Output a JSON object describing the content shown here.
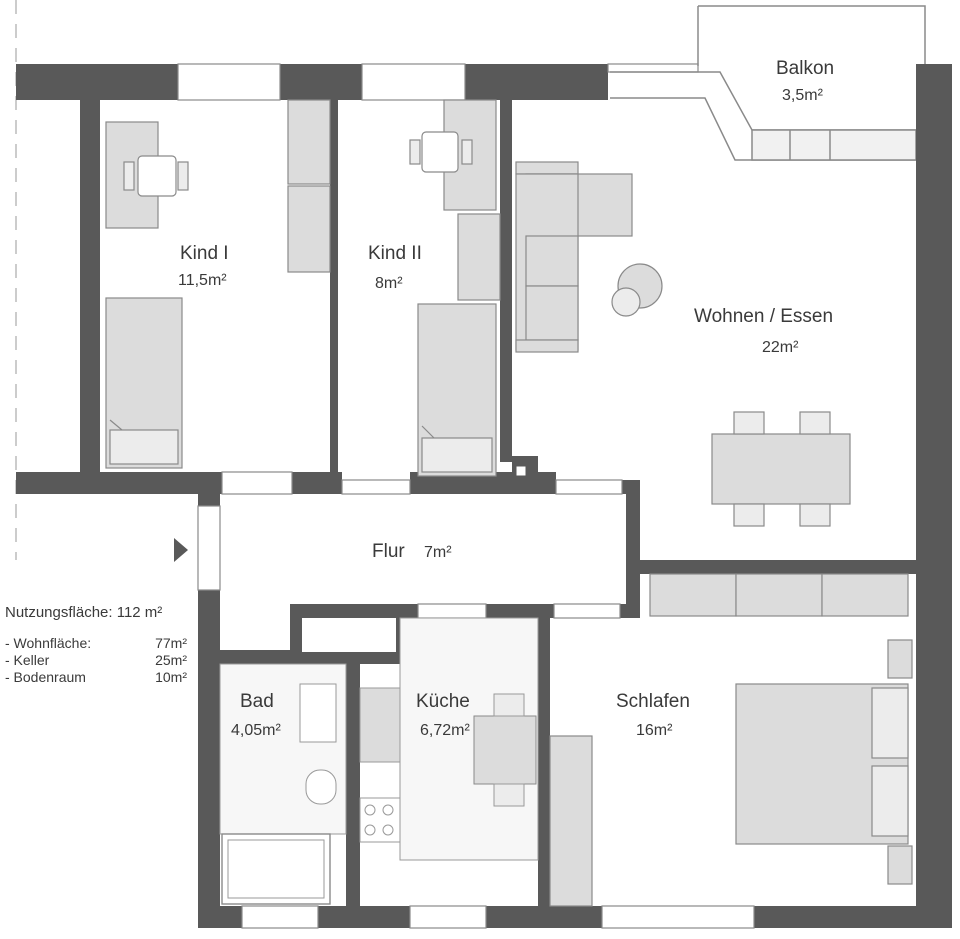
{
  "rooms": {
    "kind1": {
      "name": "Kind I",
      "area": "11,5m²"
    },
    "kind2": {
      "name": "Kind II",
      "area": "8m²"
    },
    "wohnen": {
      "name": "Wohnen / Essen",
      "area": "22m²"
    },
    "balkon": {
      "name": "Balkon",
      "area": "3,5m²"
    },
    "flur": {
      "name": "Flur",
      "area": "7m²"
    },
    "bad": {
      "name": "Bad",
      "area": "4,05m²"
    },
    "kueche": {
      "name": "Küche",
      "area": "6,72m²"
    },
    "schlafen": {
      "name": "Schlafen",
      "area": "16m²"
    }
  },
  "legend": {
    "total": "Nutzungsfläche: 112 m²",
    "items": [
      {
        "name": "- Wohnfläche:",
        "value": "77m²"
      },
      {
        "name": "- Keller",
        "value": "25m²"
      },
      {
        "name": "- Bodenraum",
        "value": "10m²"
      }
    ]
  },
  "colors": {
    "wall": "#595959",
    "furniture": "#dcdcdc",
    "outline": "#8a8a8a"
  }
}
